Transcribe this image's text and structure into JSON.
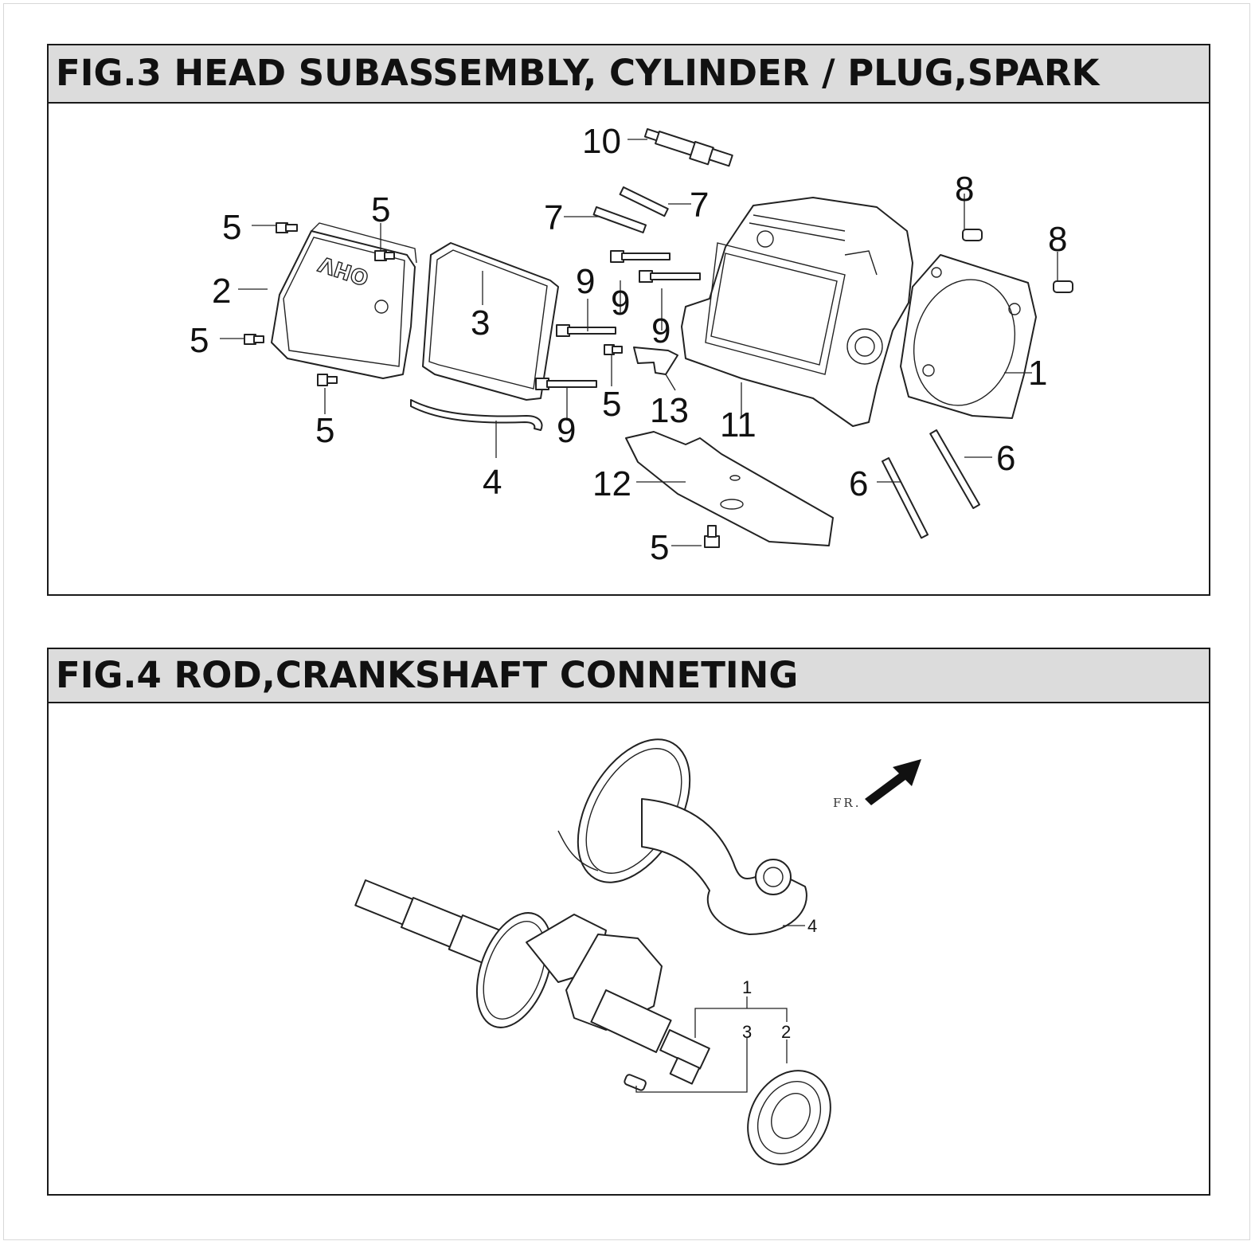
{
  "fig3": {
    "title": "FIG.3 HEAD SUBASSEMBLY, CYLINDER / PLUG,SPARK",
    "cover_lettering": "OHV",
    "callouts": [
      "10",
      "5",
      "5",
      "2",
      "5",
      "5",
      "3",
      "4",
      "7",
      "7",
      "9",
      "9",
      "9",
      "9",
      "5",
      "13",
      "12",
      "5",
      "11",
      "8",
      "8",
      "1",
      "6",
      "6"
    ]
  },
  "fig4": {
    "title": "FIG.4 ROD,CRANKSHAFT CONNETING",
    "direction_label": "FR.",
    "callouts": [
      "4",
      "1",
      "3",
      "2"
    ]
  }
}
